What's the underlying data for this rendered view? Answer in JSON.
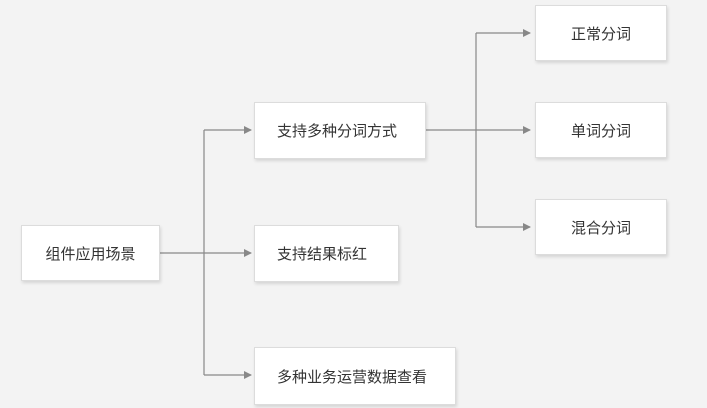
{
  "nodes": {
    "root": "组件应用场景",
    "modes": "支持多种分词方式",
    "highlight": "支持结果标红",
    "ops": "多种业务运营数据查看",
    "normal": "正常分词",
    "single": "单词分词",
    "mixed": "混合分词"
  },
  "colors": {
    "background": "#f3f3f3",
    "connector": "#888888",
    "node_fill": "#ffffff",
    "node_border": "#dcdcdc",
    "text": "#333333"
  }
}
